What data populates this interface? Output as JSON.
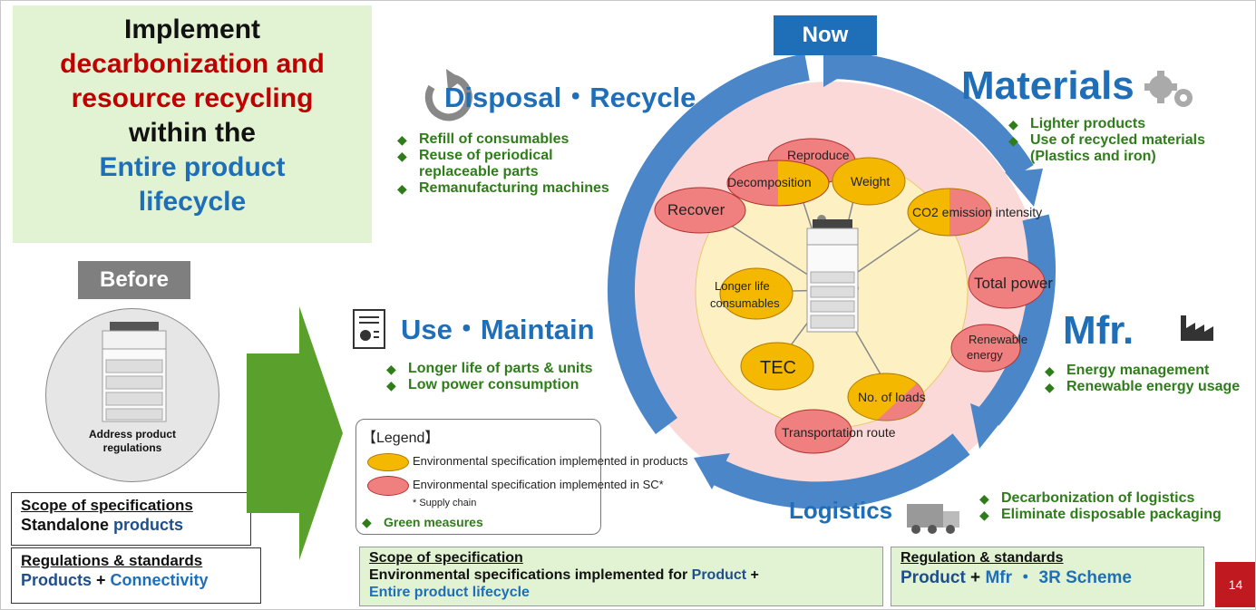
{
  "title": {
    "line1": "Implement",
    "line2": "decarbonization and",
    "line3": "resource recycling",
    "line4": "within the",
    "line5": "Entire product",
    "line6": "lifecycle"
  },
  "before": {
    "label": "Before",
    "circle_text_1": "Address product",
    "circle_text_2": "regulations"
  },
  "left_scope": {
    "title": "Scope of specifications",
    "body_black": "Standalone ",
    "body_blue": "products"
  },
  "left_regs": {
    "title": "Regulations & standards",
    "part1": "Products",
    "plus": " + ",
    "part2": "Connectivity"
  },
  "now_label": "Now",
  "disposal": {
    "heading": "Disposal・Recycle",
    "bullets": [
      "Refill of consumables",
      "Reuse of periodical replaceable parts",
      "Remanufacturing machines"
    ]
  },
  "materials": {
    "heading": "Materials",
    "bullets": [
      "Lighter products",
      "Use of recycled materials (Plastics and iron)"
    ]
  },
  "use": {
    "heading": "Use・Maintain",
    "bullets": [
      "Longer life of parts & units",
      "Low power consumption"
    ]
  },
  "mfr": {
    "heading": "Mfr.",
    "bullets": [
      "Energy management",
      "Renewable energy usage"
    ]
  },
  "logistics": {
    "heading": "Logistics",
    "bullets": [
      "Decarbonization of logistics",
      "Eliminate disposable packaging"
    ]
  },
  "legend": {
    "title": "【Legend】",
    "item_product": "Environmental specification  implemented in products",
    "item_sc": "Environmental specification  implemented in SC*",
    "footnote": "* Supply chain",
    "green": "Green measures"
  },
  "ovals": {
    "reproduce": "Reproduce",
    "decomposition": "Decomposition",
    "weight": "Weight",
    "recover": "Recover",
    "co2": "CO2 emission intensity",
    "total_power": "Total power",
    "longer_life_1": "Longer life",
    "longer_life_2": "consumables",
    "renewable_1": "Renewable",
    "renewable_2": "energy",
    "tec": "TEC",
    "loads": "No. of loads",
    "transport": "Transportation route"
  },
  "bottom_scope": {
    "title": "Scope of specification",
    "line1_black": "Environmental specifications implemented for ",
    "line1_blue": "Product",
    "line1_plus": " +",
    "line2": "Entire product lifecycle"
  },
  "bottom_regs": {
    "title": "Regulation & standards",
    "part1": "Product",
    "plus": " + ",
    "part2": "Mfr ・ 3R Scheme"
  },
  "slide_number": "14",
  "colors": {
    "accent_blue": "#1f6fb8",
    "title_red": "#c00000",
    "green_text": "#2f7d1a",
    "oval_yellow": "#f5b800",
    "oval_pink": "#f08080",
    "ring_blue": "#4a86c8",
    "big_arrow_green": "#5aa02c"
  },
  "icons": [
    "recycle-icon",
    "gear-icon",
    "document-icon",
    "factory-icon",
    "truck-icon",
    "copier-icon"
  ]
}
